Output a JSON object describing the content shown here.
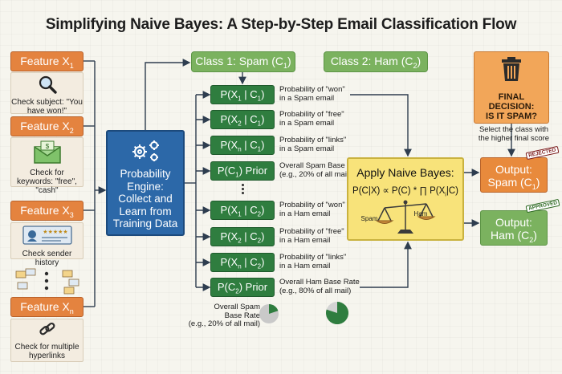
{
  "title": "Simplifying Naive Bayes: A Step-by-Step Email Classification Flow",
  "features": [
    {
      "label": "Feature X",
      "sub": "1",
      "caption": "Check subject: \"You have won!\"",
      "icon": "magnifier-icon"
    },
    {
      "label": "Feature X",
      "sub": "2",
      "caption": "Check for keywords: \"free\", \"cash\"",
      "icon": "money-envelope-icon"
    },
    {
      "label": "Feature X",
      "sub": "3",
      "caption": "Check sender history",
      "icon": "sender-id-card-icon"
    },
    {
      "label": "Feature X",
      "sub": "n",
      "caption": "Check for multiple hyperlinks",
      "icon": "link-chain-icon"
    }
  ],
  "engine": {
    "line1": "Probability",
    "line2": "Engine:",
    "line3": "Collect and",
    "line4": "Learn from",
    "line5": "Training Data"
  },
  "classes": {
    "spam": {
      "label": "Class 1: Spam (C",
      "sub": "1",
      "end": ")"
    },
    "ham": {
      "label": "Class 2: Ham (C",
      "sub": "2",
      "end": ")"
    }
  },
  "spam_probs": [
    {
      "pre": "P(X",
      "xs": "1",
      "mid": " | C",
      "cs": "1",
      "end": ")",
      "desc1": "Probability of \"won\"",
      "desc2": "in a Spam email"
    },
    {
      "pre": "P(X",
      "xs": "2",
      "mid": " | C",
      "cs": "1",
      "end": ")",
      "desc1": "Probability of \"free\"",
      "desc2": "in a Spam email"
    },
    {
      "pre": "P(X",
      "xs": "n",
      "mid": " | C",
      "cs": "1",
      "end": ")",
      "desc1": "Probability of \"links\"",
      "desc2": "in a Spam email"
    },
    {
      "pre": "P(C",
      "xs": "1",
      "mid": ") Prior",
      "cs": "",
      "end": "",
      "desc1": "Overall Spam Base",
      "desc2": "(e.g., 20% of all mail)"
    }
  ],
  "ham_probs": [
    {
      "pre": "P(X",
      "xs": "1",
      "mid": " | C",
      "cs": "2",
      "end": ")",
      "desc1": "Probability of \"won\"",
      "desc2": "in a Ham email"
    },
    {
      "pre": "P(X",
      "xs": "2",
      "mid": " | C",
      "cs": "2",
      "end": ")",
      "desc1": "Probability of \"free\"",
      "desc2": "in a Ham email"
    },
    {
      "pre": "P(X",
      "xs": "n",
      "mid": " | C",
      "cs": "2",
      "end": ")",
      "desc1": "Probability of \"links\"",
      "desc2": "in a Ham email"
    },
    {
      "pre": "P(C",
      "xs": "2",
      "mid": ") Prior",
      "cs": "",
      "end": "",
      "desc1": "Overall Ham Base Rate",
      "desc2": "(e.g., 80% of all mail)"
    }
  ],
  "spam_pie": {
    "line1": "Overall Spam",
    "line2": "Base Rate",
    "line3": "(e.g., 20% of all mail)",
    "fraction": 0.2
  },
  "ham_pie": {
    "fraction": 0.8
  },
  "apply": {
    "title": "Apply Naive Bayes:",
    "formula": "P(C|X) ∝ P(C) * ∏ P(X",
    "formula_sub": "i",
    "formula_end": "|C)",
    "scale_left": "Spam",
    "scale_right": "Ham"
  },
  "decision": {
    "line1": "FINAL DECISION:",
    "line2": "IS IT SPAM?"
  },
  "select_note": {
    "line1": "Select the class with",
    "line2": "the higher final score"
  },
  "outputs": {
    "spam": {
      "line1": "Output:",
      "line2": "Spam (C",
      "sub": "1",
      "end": ")",
      "stamp": "REJECTED"
    },
    "ham": {
      "line1": "Output:",
      "line2": "Ham (C",
      "sub": "2",
      "end": ")",
      "stamp": "APPROVED"
    }
  },
  "colors": {
    "feature": "#e4833f",
    "engine": "#2c68a8",
    "class": "#7bb25f",
    "prob": "#2f7d3f",
    "apply": "#f8e37a",
    "decision": "#f2a659",
    "output_spam": "#e88a3c",
    "output_ham": "#7bb25f"
  }
}
